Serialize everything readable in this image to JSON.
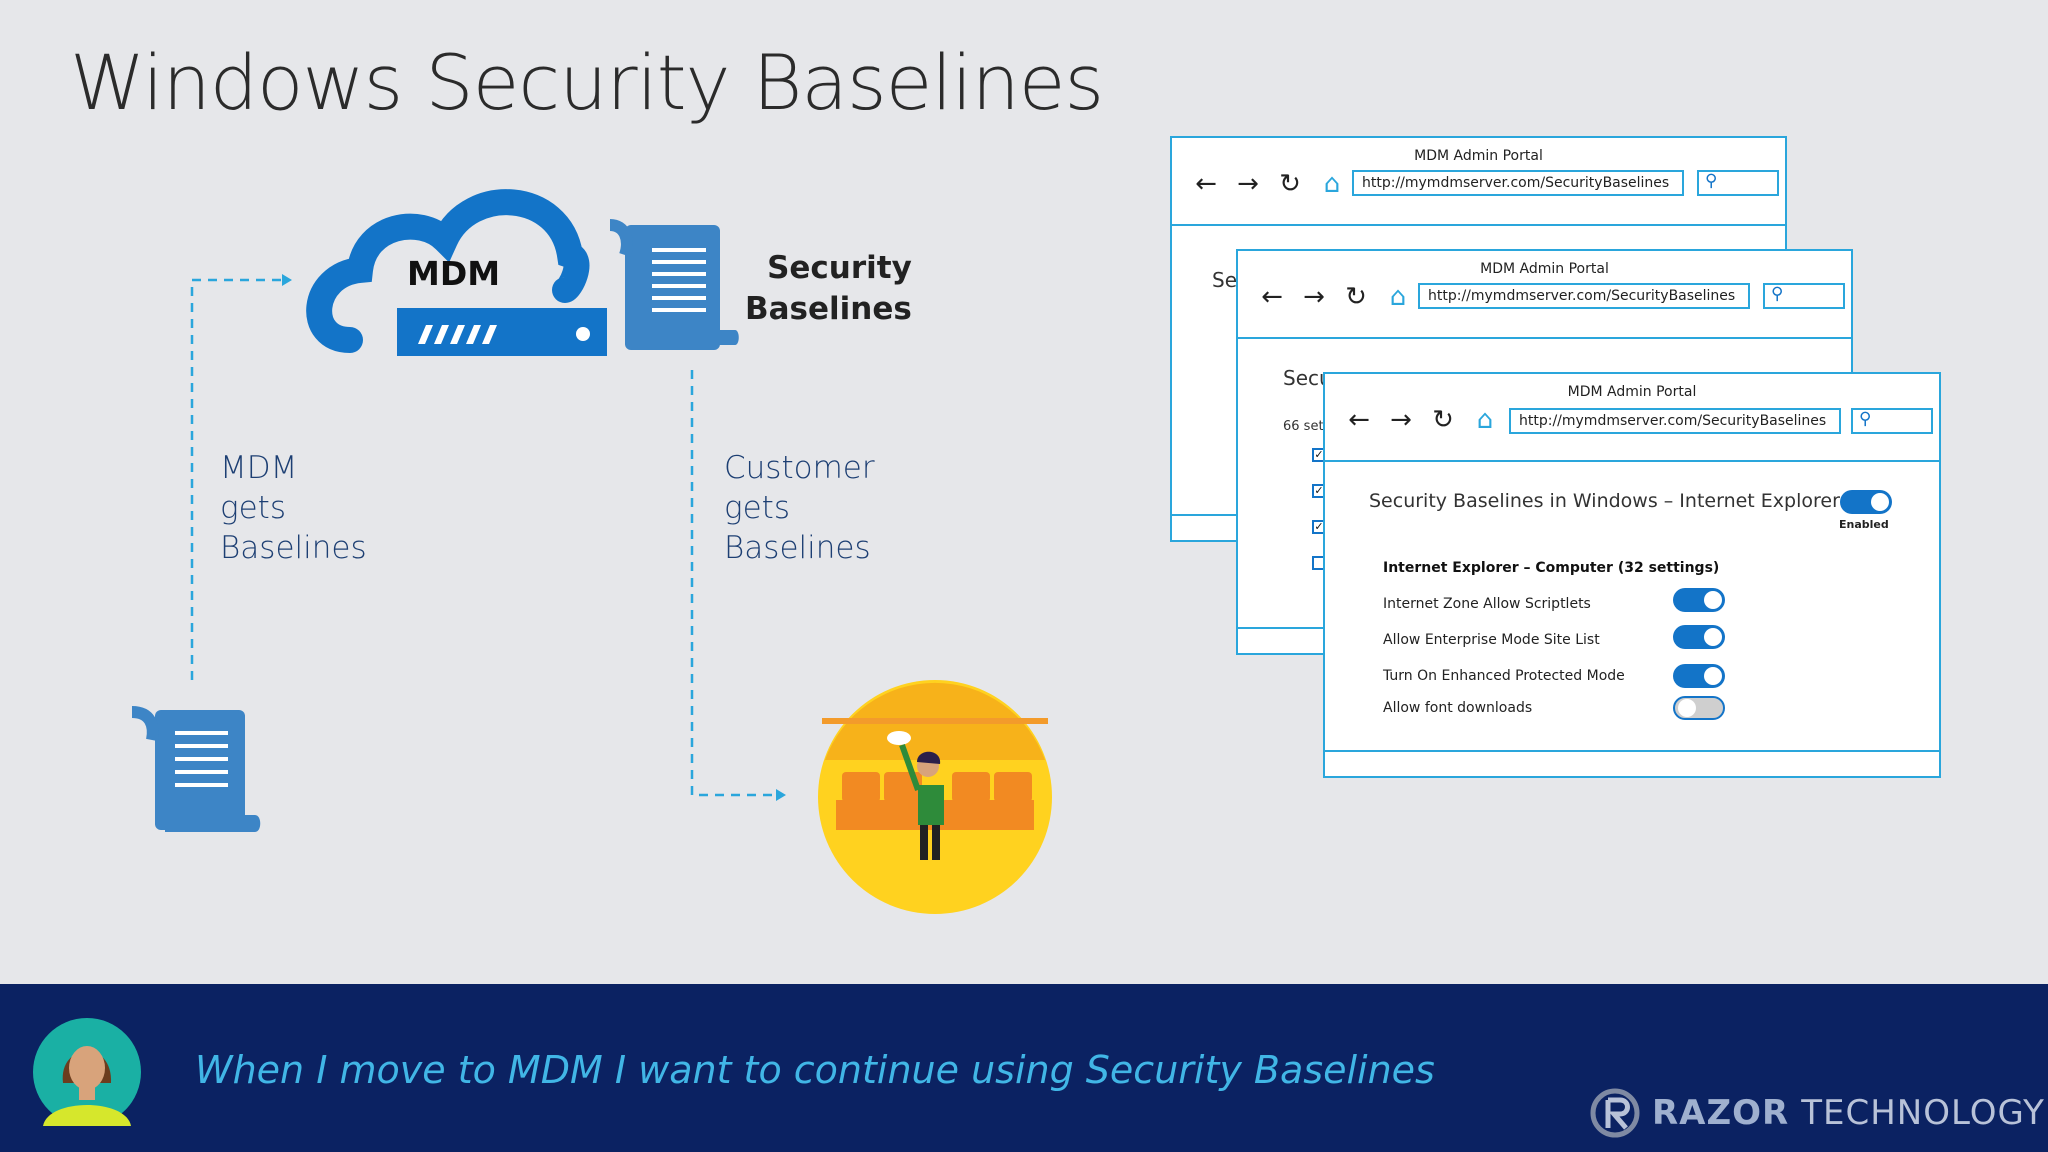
{
  "slide": {
    "title": "Windows Security Baselines",
    "cloud_label": "MDM",
    "security_baselines_label_line1": "Security",
    "security_baselines_label_line2": "Baselines",
    "mdm_gets": [
      "MDM",
      "gets",
      "Baselines"
    ],
    "customer_gets": [
      "Customer",
      "gets",
      "Baselines"
    ]
  },
  "portal": {
    "window_title": "MDM Admin Portal",
    "url": "http://mymdmserver.com/SecurityBaselines",
    "back_icon": "left-arrow-icon",
    "forward_icon": "right-arrow-icon",
    "refresh_icon": "refresh-icon",
    "home_icon": "home-icon",
    "search_icon": "search-icon",
    "partial_text_back": "Se",
    "partial_text_middle": "Secu",
    "partial_count_middle": "66 set",
    "heading": "Security Baselines in Windows – Internet Explorer",
    "toggle_label": "Enabled",
    "group_label": "Internet Explorer – Computer (32 settings)",
    "settings": [
      {
        "label": "Internet Zone Allow Scriptlets",
        "enabled": true
      },
      {
        "label": "Allow Enterprise Mode Site List",
        "enabled": true
      },
      {
        "label": "Turn On Enhanced Protected Mode",
        "enabled": true
      },
      {
        "label": "Allow font downloads",
        "enabled": false
      }
    ]
  },
  "footer": {
    "quote": "When I move to MDM I want to continue using Security Baselines",
    "brand_primary": "RAZOR",
    "brand_secondary": "TECHNOLOGY"
  },
  "colors": {
    "accent_blue": "#1374c8",
    "window_border": "#2aa6dc",
    "footer_bg": "#0b2262",
    "quote_color": "#41b6e6",
    "background": "#e6e7ea"
  }
}
